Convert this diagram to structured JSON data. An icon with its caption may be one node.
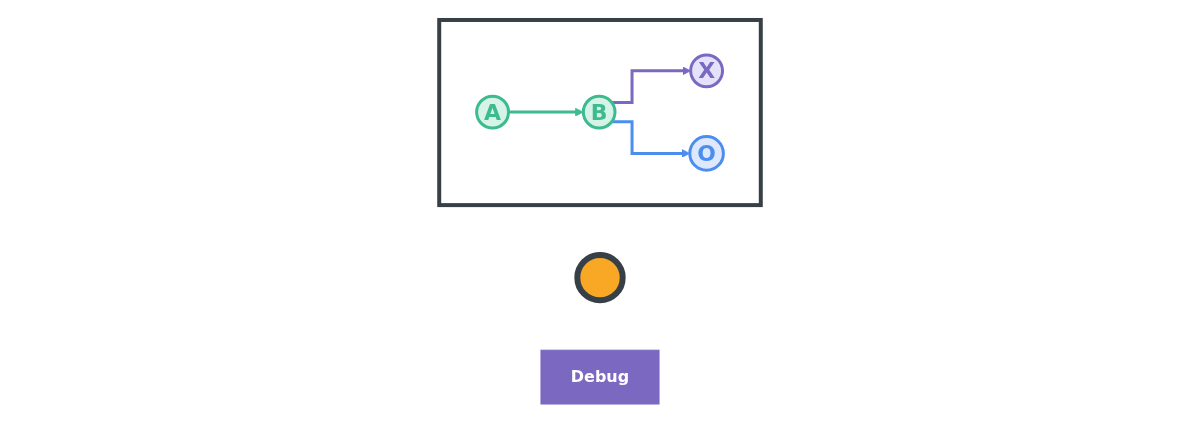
{
  "diagram": {
    "nodes": [
      {
        "text": [],
        "shape": "box"
      },
      {
        "text": [],
        "shape": "circle"
      },
      {
        "text": [
          "A"
        ],
        "in": 0
      },
      {
        "text": [
          "B"
        ],
        "in": 0
      },
      {
        "text": [
          "X"
        ],
        "in": 0
      },
      {
        "text": [
          "O"
        ],
        "in": 0
      },
      {
        "text": [
          "Debug"
        ]
      }
    ],
    "edges": [
      {
        "from": 2,
        "to": 3,
        "arrow": "to",
        "color": "#3dbb8e"
      },
      {
        "from": 3,
        "to": 4,
        "arrow": "to",
        "color": "#7b68c0"
      },
      {
        "from": 3,
        "to": 5,
        "arrow": "to",
        "color": "#4b8ef0"
      }
    ]
  }
}
